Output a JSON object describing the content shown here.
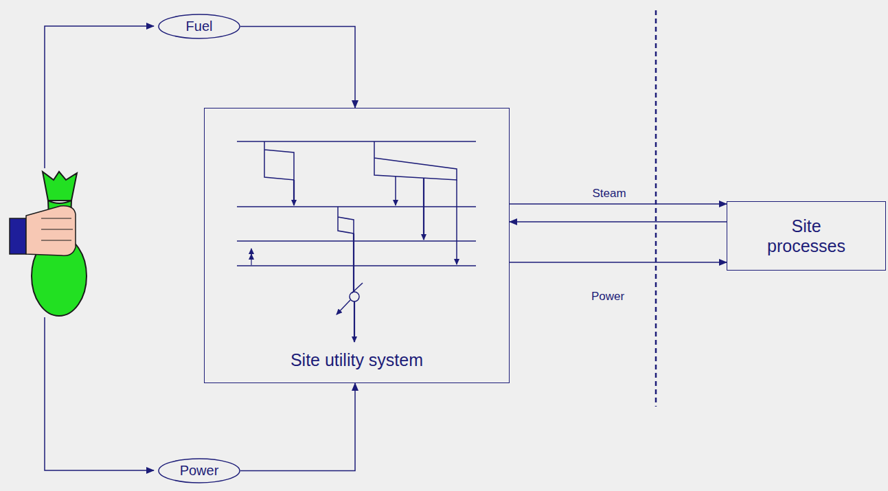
{
  "diagram": {
    "nodes": [
      {
        "text": [
          "Fuel"
        ]
      },
      {
        "text": [
          "Site utility system"
        ]
      },
      {
        "text": [
          "Site processes"
        ]
      },
      {
        "text": [
          "Power"
        ]
      }
    ],
    "edges": [
      {
        "from": 0,
        "to": 1,
        "arrow": "to"
      },
      {
        "from": 3,
        "to": 1,
        "arrow": "to"
      },
      {
        "from": 1,
        "to": 2,
        "label": "Steam",
        "arrow": "to"
      },
      {
        "from": 2,
        "to": 1,
        "arrow": "to"
      },
      {
        "from": 1,
        "to": 2,
        "label": "Power",
        "arrow": "to"
      }
    ]
  }
}
